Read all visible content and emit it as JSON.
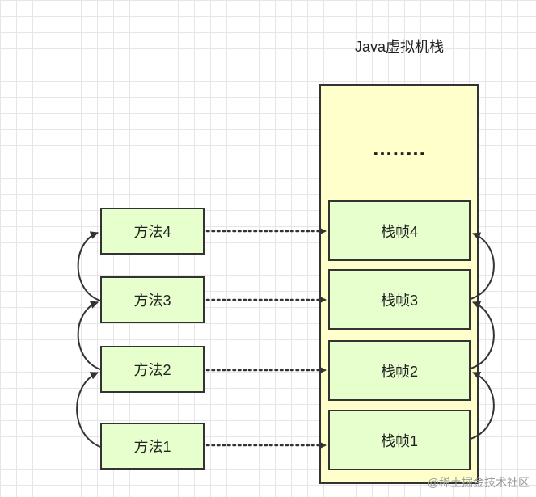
{
  "stack": {
    "title": "Java虚拟机栈",
    "ellipsis": "........"
  },
  "methods": [
    {
      "label": "方法4"
    },
    {
      "label": "方法3"
    },
    {
      "label": "方法2"
    },
    {
      "label": "方法1"
    }
  ],
  "frames": [
    {
      "label": "栈帧4"
    },
    {
      "label": "栈帧3"
    },
    {
      "label": "栈帧2"
    },
    {
      "label": "栈帧1"
    }
  ],
  "colors": {
    "stack_fill": "#ffffcc",
    "box_fill": "#e6ffcc",
    "stroke": "#333333"
  },
  "watermark": "@稀土掘金技术社区"
}
